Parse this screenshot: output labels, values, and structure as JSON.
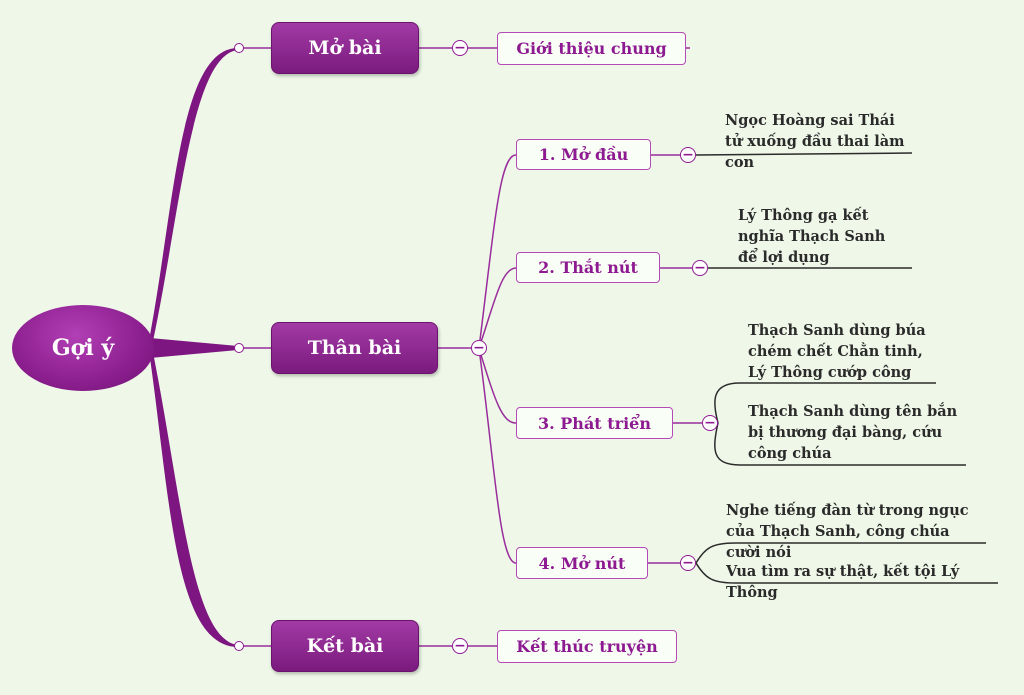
{
  "root": {
    "label": "Gợi ý"
  },
  "branches": {
    "mo_bai": {
      "label": "Mở bài",
      "children": [
        "Giới thiệu chung"
      ]
    },
    "than_bai": {
      "label": "Thân bài",
      "children": [
        {
          "label": "1. Mở đầu",
          "details": [
            "Ngọc Hoàng sai Thái tử xuống đầu thai làm con"
          ]
        },
        {
          "label": "2. Thắt nút",
          "details": [
            "Lý Thông gạ kết nghĩa Thạch Sanh để lợi dụng"
          ]
        },
        {
          "label": "3. Phát triển",
          "details": [
            "Thạch Sanh dùng búa chém chết Chằn tinh, Lý Thông cướp công",
            "Thạch Sanh dùng tên bắn bị thương đại bàng, cứu công chúa"
          ]
        },
        {
          "label": "4. Mở nút",
          "details": [
            "Nghe tiếng đàn từ trong ngục của Thạch Sanh, công chúa cười nói",
            "Vua tìm ra sự thật, kết tội Lý Thông"
          ]
        }
      ]
    },
    "ket_bai": {
      "label": "Kết bài",
      "children": [
        "Kết thúc truyện"
      ]
    }
  },
  "colors": {
    "accent": "#8e1a91",
    "root": "#8c1f8f",
    "background": "#eef7e8"
  },
  "icons": {
    "collapse": "minus-circle-icon"
  }
}
